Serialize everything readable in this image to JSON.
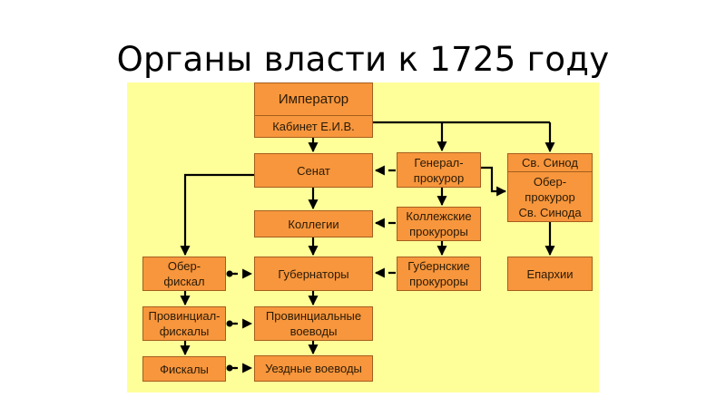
{
  "title": "Органы власти к 1725 году",
  "colors": {
    "panel_background": "#FFFF99",
    "box_fill": "#F7963C",
    "box_border": "#A65E1E",
    "connector": "#000000"
  },
  "nodes": {
    "emperor": "Император",
    "cabinet": "Кабинет Е.И.В.",
    "senate": "Сенат",
    "collegia": "Коллегии",
    "governors": "Губернаторы",
    "provincial_voivodes": "Провинциальные воеводы",
    "district_voivodes": "Уездные воеводы",
    "prosecutor_general": "Генерал-прокурор",
    "collegium_prosecutors": "Коллежские прокуроры",
    "gubernia_prosecutors": "Губернские прокуроры",
    "synod": "Св. Синод",
    "synod_chief_prosecutor": "Обер-прокурор Св. Синода",
    "eparchies": "Епархии",
    "chief_fiscal": "Обер-фискал",
    "provincial_fiscals": "Провинциал-фискалы",
    "fiscals": "Фискалы"
  },
  "node_lines": {
    "prosecutor_general": [
      "Генерал-",
      "прокурор"
    ],
    "collegium_prosecutors": [
      "Коллежские",
      "прокуроры"
    ],
    "gubernia_prosecutors": [
      "Губернские",
      "прокуроры"
    ],
    "synod_chief_prosecutor": [
      "Обер-",
      "прокурор",
      "Св. Синода"
    ],
    "chief_fiscal": [
      "Обер-",
      "фискал"
    ],
    "provincial_fiscals": [
      "Провинциал-",
      "фискалы"
    ],
    "provincial_voivodes": [
      "Провинциальные",
      "воеводы"
    ]
  },
  "edges": [
    {
      "from": "cabinet",
      "to": "senate",
      "style": "solid"
    },
    {
      "from": "cabinet",
      "to": "prosecutor_general",
      "style": "solid"
    },
    {
      "from": "cabinet",
      "to": "synod",
      "style": "solid"
    },
    {
      "from": "senate",
      "to": "collegia",
      "style": "solid"
    },
    {
      "from": "collegia",
      "to": "governors",
      "style": "solid"
    },
    {
      "from": "governors",
      "to": "provincial_voivodes",
      "style": "solid"
    },
    {
      "from": "provincial_voivodes",
      "to": "district_voivodes",
      "style": "solid"
    },
    {
      "from": "senate",
      "to": "chief_fiscal",
      "style": "solid"
    },
    {
      "from": "chief_fiscal",
      "to": "provincial_fiscals",
      "style": "solid"
    },
    {
      "from": "provincial_fiscals",
      "to": "fiscals",
      "style": "solid"
    },
    {
      "from": "prosecutor_general",
      "to": "collegium_prosecutors",
      "style": "solid"
    },
    {
      "from": "collegium_prosecutors",
      "to": "gubernia_prosecutors",
      "style": "solid"
    },
    {
      "from": "prosecutor_general",
      "to": "synod_chief_prosecutor",
      "style": "solid"
    },
    {
      "from": "synod",
      "to": "eparchies",
      "style": "solid"
    },
    {
      "from": "prosecutor_general",
      "to": "senate",
      "style": "dashed"
    },
    {
      "from": "collegium_prosecutors",
      "to": "collegia",
      "style": "dashed"
    },
    {
      "from": "gubernia_prosecutors",
      "to": "governors",
      "style": "dashed"
    },
    {
      "from": "chief_fiscal",
      "to": "governors",
      "style": "dotted"
    },
    {
      "from": "provincial_fiscals",
      "to": "provincial_voivodes",
      "style": "dotted"
    },
    {
      "from": "fiscals",
      "to": "district_voivodes",
      "style": "dotted"
    }
  ]
}
